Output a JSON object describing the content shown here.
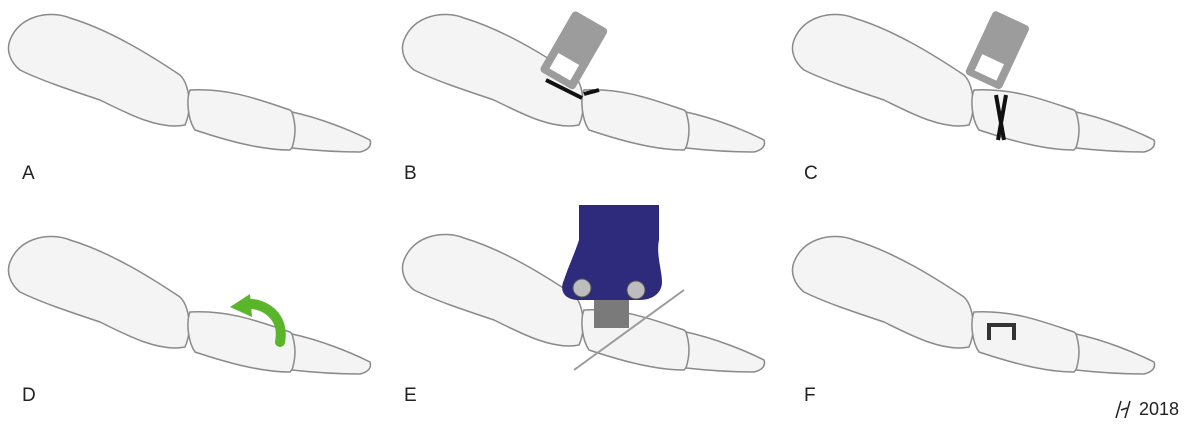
{
  "panels": [
    {
      "id": "A",
      "label": "A",
      "step": "bones"
    },
    {
      "id": "B",
      "label": "B",
      "step": "saw-cut-1"
    },
    {
      "id": "C",
      "label": "C",
      "step": "saw-cut-2"
    },
    {
      "id": "D",
      "label": "D",
      "step": "rotate"
    },
    {
      "id": "E",
      "label": "E",
      "step": "staple-inserter"
    },
    {
      "id": "F",
      "label": "F",
      "step": "staple"
    }
  ],
  "signature": {
    "year": "2018"
  },
  "colors": {
    "bone_fill": "#f4f4f4",
    "bone_stroke": "#8a8a8a",
    "cut_line": "#111111",
    "arrow": "#5ab52b",
    "instrument": "#2e2a7c",
    "blade": "#9c9c9c"
  }
}
